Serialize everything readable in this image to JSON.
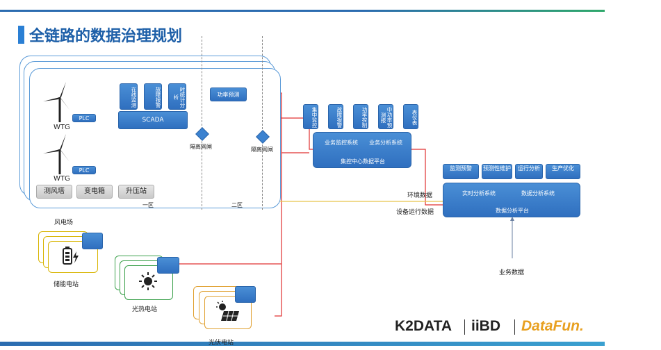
{
  "title": "全链路的数据治理规划",
  "wind": {
    "turbine_label": "WTG",
    "plc": "PLC",
    "scada": "SCADA",
    "scada_modules": [
      "在线监测",
      "故障报警",
      "时统计分析"
    ],
    "forecast": "功率预测",
    "bottom": [
      "测风塔",
      "变电箱",
      "升压站"
    ],
    "zone1": "一区",
    "zone2": "二区",
    "gate": "隔离网闸",
    "site_label": "风电场"
  },
  "center": {
    "modules": [
      "集中监控",
      "故障报警",
      "功率控制",
      "中功率预测报",
      "表仪表"
    ],
    "monitor": "业务监控系统",
    "analysis": "业务分析系统",
    "platform": "集控中心数据平台"
  },
  "analytics": {
    "modules": [
      "监测预警",
      "预测性维护",
      "运行分析",
      "生产优化"
    ],
    "realtime": "实时分析系统",
    "data_analysis": "数据分析系统",
    "platform": "数据分析平台",
    "env": "环境数据",
    "device": "设备运行数据",
    "business": "业务数据"
  },
  "stations": {
    "storage": "储能电站",
    "thermal": "光热电站",
    "pv": "光伏电站"
  },
  "logos": {
    "k2": "K2DATA",
    "ii": "iiBD",
    "df": "DataFun."
  }
}
